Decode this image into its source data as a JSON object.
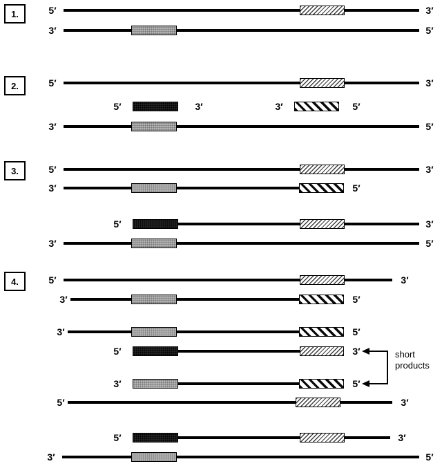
{
  "colors": {
    "strand_line": "#000000",
    "gray_primer_box": "#b3b3b3",
    "dark_primer_box": "#242424",
    "background": "#ffffff"
  },
  "steps": [
    {
      "number": "1.",
      "rows": [
        {
          "labels": [
            "5′",
            "3′"
          ]
        },
        {
          "labels": [
            "3′",
            "5′"
          ]
        }
      ]
    },
    {
      "number": "2.",
      "rows": [
        {
          "labels": [
            "5′",
            "3′"
          ]
        },
        {
          "labels": [
            "5′",
            "3′",
            "3′",
            "5′"
          ]
        },
        {
          "labels": [
            "3′",
            "5′"
          ]
        }
      ]
    },
    {
      "number": "3.",
      "rows": [
        {
          "labels": [
            "5′",
            "3′"
          ]
        },
        {
          "labels": [
            "3′",
            "5′"
          ]
        },
        {
          "labels": [
            "5′",
            "3′"
          ]
        },
        {
          "labels": [
            "3′",
            "5′"
          ]
        }
      ]
    },
    {
      "number": "4.",
      "rows": [
        {
          "labels": [
            "5′",
            "3′"
          ]
        },
        {
          "labels": [
            "3′",
            "5′"
          ]
        },
        {
          "labels": [
            "3′",
            "5′"
          ]
        },
        {
          "labels": [
            "5′",
            "3′"
          ]
        },
        {
          "labels": [
            "3′",
            "5′"
          ]
        },
        {
          "labels": [
            "5′",
            "3′"
          ]
        },
        {
          "labels": [
            "5′",
            "3′"
          ]
        },
        {
          "labels": [
            "3′",
            "5′"
          ]
        }
      ]
    }
  ],
  "annotation": {
    "line1": "short",
    "line2": "products"
  }
}
